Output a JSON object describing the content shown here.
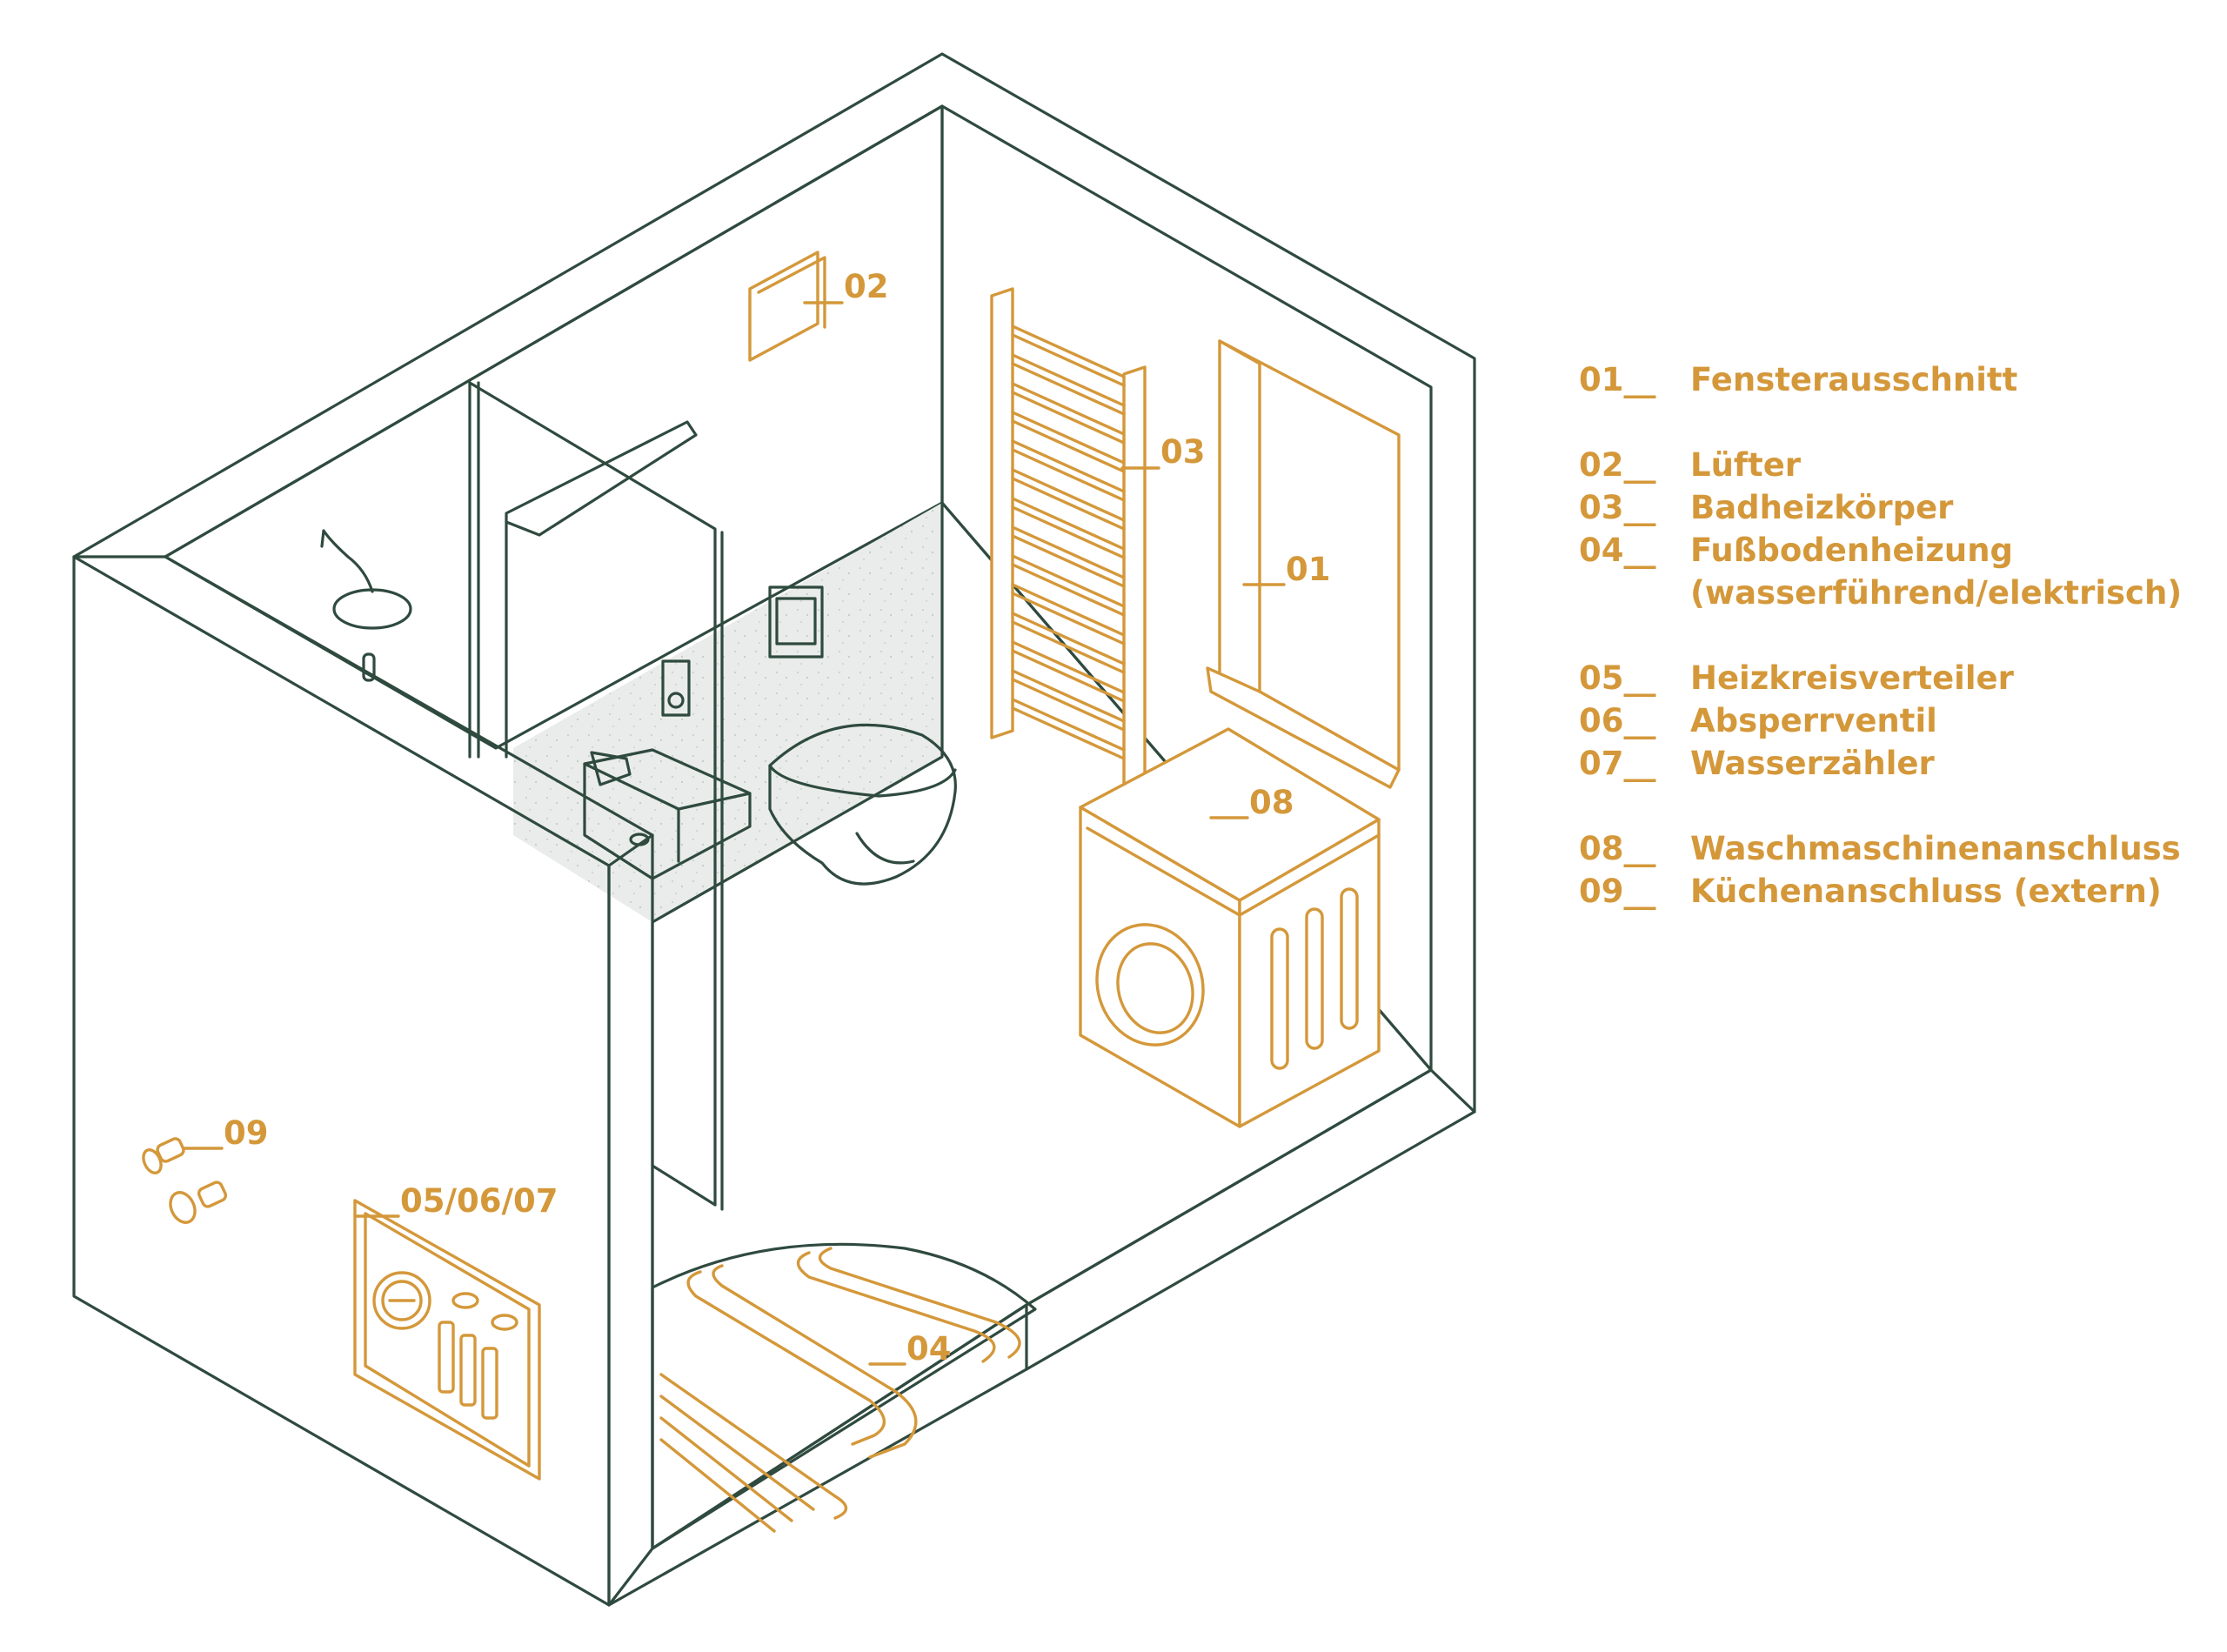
{
  "callouts": {
    "c01": "01",
    "c02": "02",
    "c03": "03",
    "c04": "04",
    "c05_06_07": "05/06/07",
    "c08": "08",
    "c09": "09"
  },
  "legend": {
    "items": [
      {
        "num": "01__",
        "text": "Fensterausschnitt"
      },
      {
        "num": "02__",
        "text": "Lüfter"
      },
      {
        "num": "03__",
        "text": "Badheizkörper"
      },
      {
        "num": "04__",
        "text": "Fußbodenheizung"
      },
      {
        "num": "",
        "text": "(wasserführend/elektrisch)"
      },
      {
        "num": "05__",
        "text": "Heizkreisverteiler"
      },
      {
        "num": "06__",
        "text": "Absperrventil"
      },
      {
        "num": "07__",
        "text": "Wasserzähler"
      },
      {
        "num": "08__",
        "text": "Waschmaschinenanschluss"
      },
      {
        "num": "09__",
        "text": "Küchenanschluss (extern)"
      }
    ]
  },
  "colors": {
    "accent": "#d4983a",
    "outline": "#2f4a3f",
    "wall_fill": "#e7ebea",
    "floor_fill": "#f3f4f2"
  }
}
